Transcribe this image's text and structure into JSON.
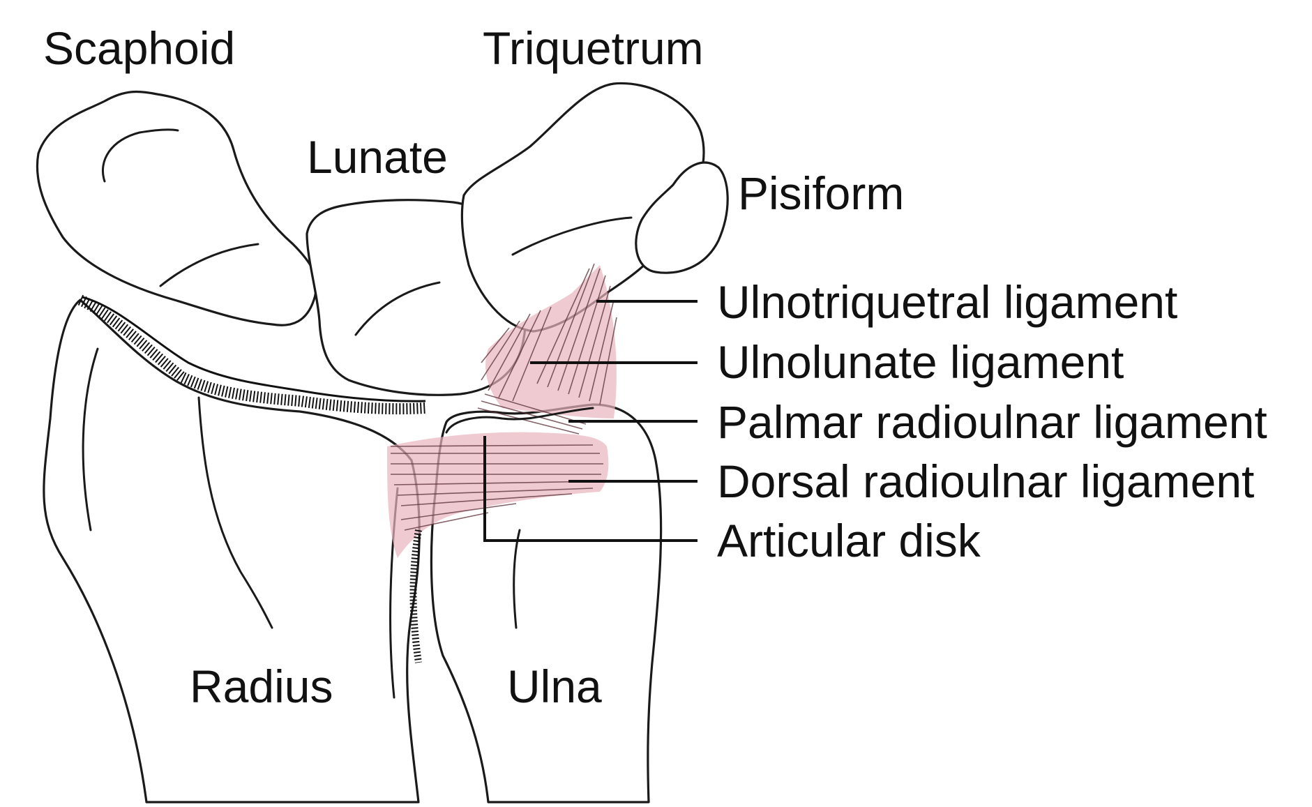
{
  "colors": {
    "background": "#ffffff",
    "line": "#1a1a1a",
    "ligament_tint": "#e8b5bd",
    "text": "#111111"
  },
  "bones": {
    "scaphoid": "Scaphoid",
    "lunate": "Lunate",
    "triquetrum": "Triquetrum",
    "pisiform": "Pisiform",
    "radius": "Radius",
    "ulna": "Ulna"
  },
  "structures": {
    "ulnotriquetral": "Ulnotriquetral ligament",
    "ulnolunate": "Ulnolunate ligament",
    "palmar_radioulnar": "Palmar radioulnar ligament",
    "dorsal_radioulnar": "Dorsal radioulnar ligament",
    "articular_disk": "Articular disk"
  }
}
